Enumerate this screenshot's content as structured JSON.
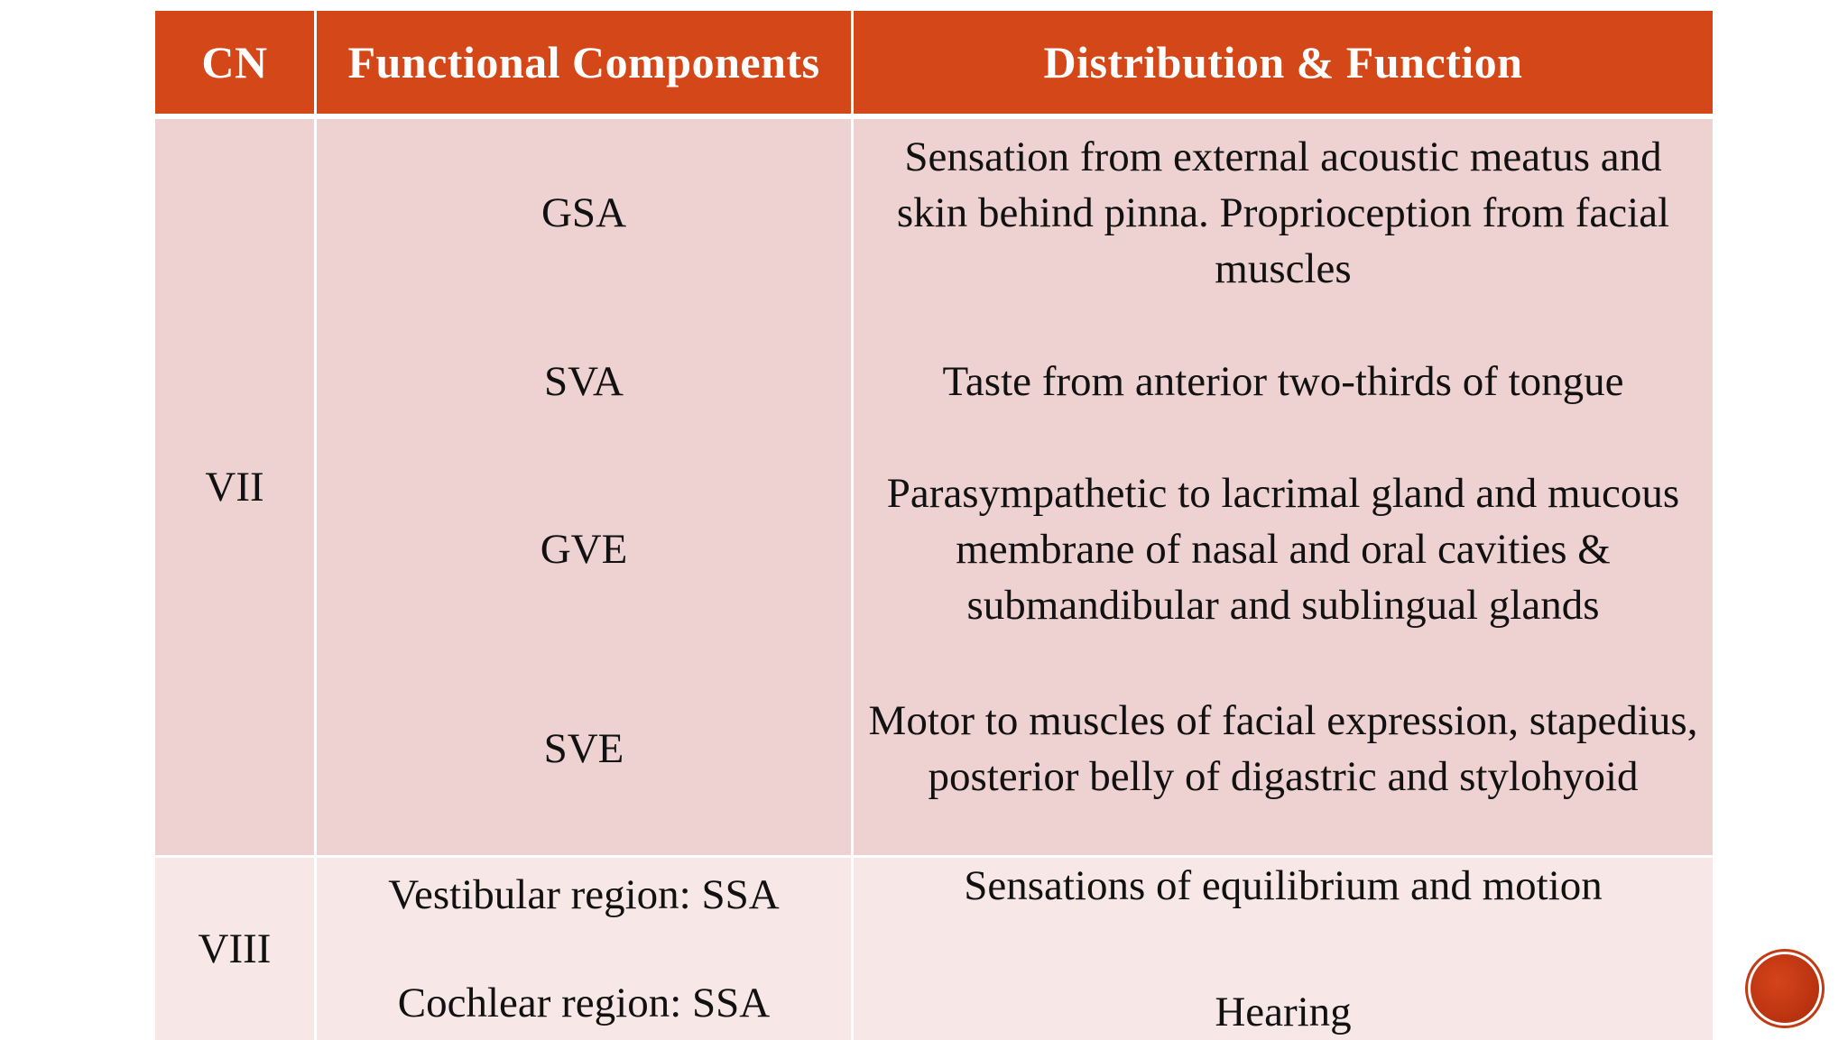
{
  "table": {
    "headers": [
      "CN",
      "Functional Components",
      "Distribution & Function"
    ],
    "rows": [
      {
        "cn": "VII",
        "components": [
          {
            "type": "GSA",
            "description": "Sensation from external acoustic meatus and skin behind pinna. Proprioception from facial muscles"
          },
          {
            "type": "SVA",
            "description": "Taste from anterior two-thirds of tongue"
          },
          {
            "type": "GVE",
            "description": "Parasympathetic to lacrimal gland and mucous membrane of nasal and oral cavities & submandibular and sublingual glands"
          },
          {
            "type": "SVE",
            "description": "Motor to muscles of facial expression, stapedius, posterior belly of digastric and stylohyoid"
          }
        ]
      },
      {
        "cn": "VIII",
        "components": [
          {
            "type": "Vestibular region: SSA",
            "description": "Sensations of equilibrium and motion"
          },
          {
            "type": "Cochlear region: SSA",
            "description": "Hearing"
          }
        ]
      }
    ]
  },
  "colors": {
    "header_bg": "#d34718",
    "row_vii_bg": "#eed1d1",
    "row_viii_bg": "#f7e8e7",
    "nav_button": "#c43a14"
  },
  "icons": {
    "nav": "circle-nav-icon"
  }
}
